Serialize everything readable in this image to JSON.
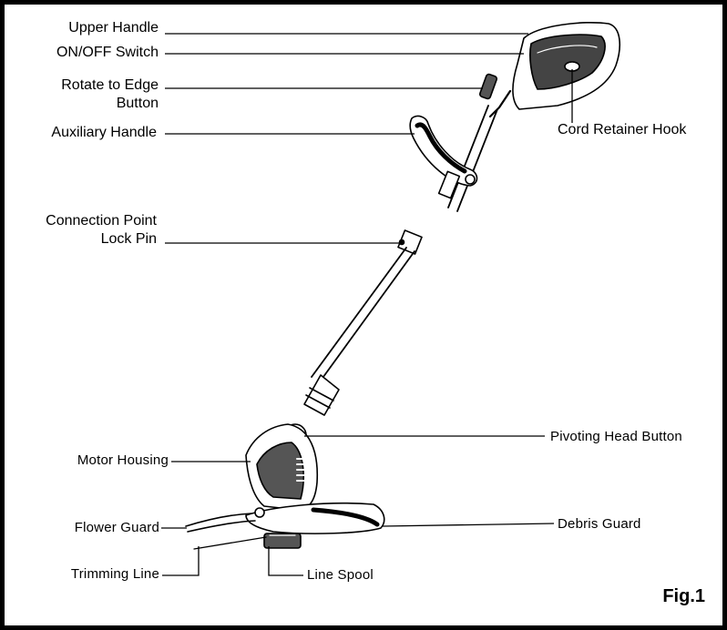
{
  "labels": {
    "upper_handle": "Upper Handle",
    "on_off_switch": "ON/OFF Switch",
    "rotate_to_edge_1": "Rotate to Edge",
    "rotate_to_edge_2": "Button",
    "auxiliary_handle": "Auxiliary Handle",
    "cord_retainer_hook": "Cord Retainer Hook",
    "connection_point_1": "Connection Point",
    "connection_point_2": "Lock Pin",
    "pivoting_head_button": "Pivoting Head Button",
    "motor_housing": "Motor Housing",
    "flower_guard": "Flower Guard",
    "debris_guard": "Debris Guard",
    "trimming_line": "Trimming Line",
    "line_spool": "Line Spool"
  },
  "figure_label": "Fig.1"
}
